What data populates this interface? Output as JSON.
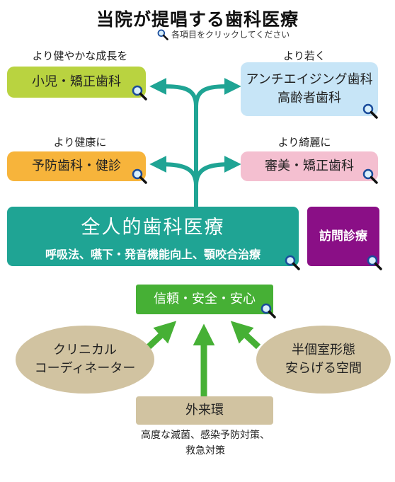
{
  "title": "当院が提唱する歯科医療",
  "hint": "各項目をクリックしてください",
  "captions": {
    "top_left": "より健やかな成長を",
    "top_right": "より若く",
    "mid_left": "より健康に",
    "mid_right": "より綺麗に"
  },
  "boxes": {
    "pediatric": "小児・矯正歯科",
    "anti_aging_1": "アンチエイジング歯科",
    "anti_aging_2": "高齢者歯科",
    "prevention": "予防歯科・健診",
    "aesthetic": "審美・矯正歯科"
  },
  "main": {
    "line1": "全人的歯科医療",
    "line2": "呼吸法、嚥下・発音機能向上、顎咬合治療"
  },
  "visit": "訪問診療",
  "trust": "信頼・安全・安心",
  "coordinator": {
    "line1": "クリニカル",
    "line2": "コーディネーター"
  },
  "private_room": {
    "line1": "半個室形態",
    "line2": "安らげる空間"
  },
  "environment": "外来環",
  "environment_note": {
    "line1": "高度な滅菌、感染予防対策、",
    "line2": "救急対策"
  },
  "colors": {
    "teal": "#1fa494",
    "lime": "#b9d340",
    "light_blue": "#c7e5f7",
    "orange": "#f7b43b",
    "pink": "#f4bfd0",
    "purple": "#8a0f86",
    "green": "#46b035",
    "beige": "#d1c3a1"
  }
}
